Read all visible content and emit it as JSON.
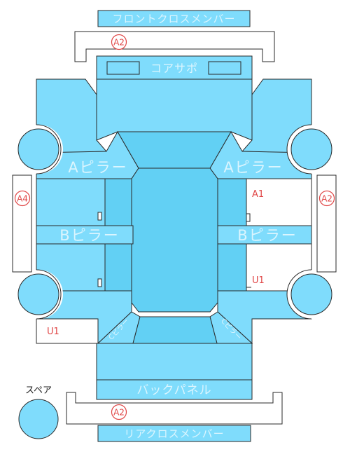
{
  "colors": {
    "panel": "#7fdcfc",
    "panel_dark": "#62d0f4",
    "stroke": "#2a2a2a",
    "label": "#ffffff",
    "damage_mark": "#e04646",
    "ink": "#222222"
  },
  "front_cross_member": {
    "label": "フロントクロスメンバー"
  },
  "front_bracket": {
    "mark": "A2"
  },
  "core_support": {
    "label": "コアサポ"
  },
  "a_pillar": {
    "left": "Aピラー",
    "right": "Aピラー"
  },
  "b_pillar": {
    "left": "Bピラー",
    "right": "Bピラー"
  },
  "c_pillar": {
    "left": "Cピラー",
    "right": "Cピラー"
  },
  "back_panel": {
    "label": "バックパネル"
  },
  "rear_bracket": {
    "mark": "A2"
  },
  "rear_cross_member": {
    "label": "リアクロスメンバー"
  },
  "spare": {
    "label": "スペア"
  },
  "side_sills": {
    "left_mark": "A4",
    "right_mark": "A2"
  },
  "damage_marks": {
    "right_front_door": "A1",
    "right_rear_door": "U1",
    "left_rear_quarter": "U1"
  }
}
